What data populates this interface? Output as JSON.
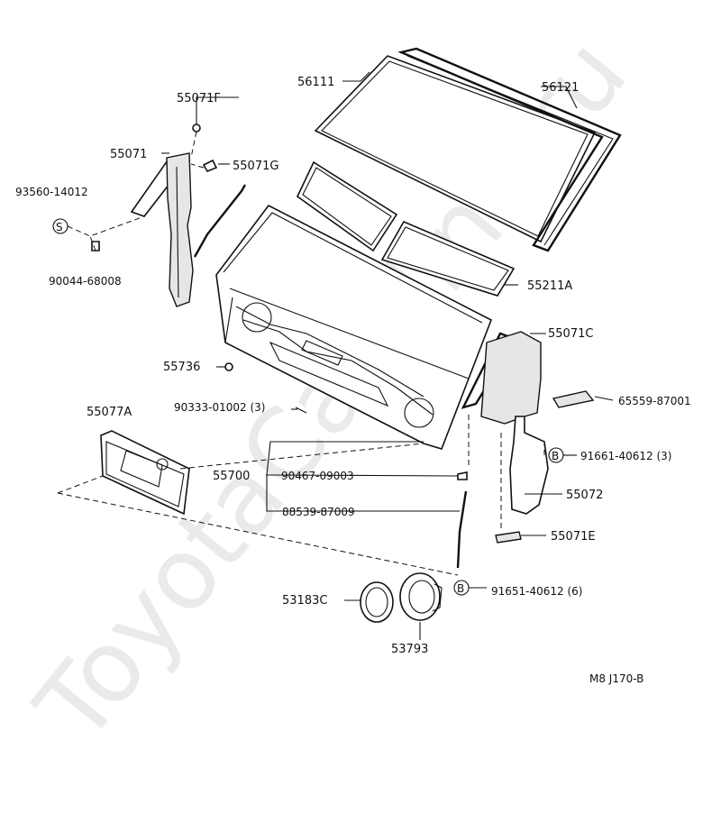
{
  "watermark": "ToyotaCarMine.ru",
  "diagram_code": "M8 J170-B",
  "labels": {
    "p55071F": "55071F",
    "p55071": "55071",
    "p55071G": "55071G",
    "p93560": "93560-14012",
    "p90044": "90044-68008",
    "p56111": "56111",
    "p56121": "56121",
    "p55211A": "55211A",
    "p55736": "55736",
    "p55071C": "55071C",
    "p65559": "65559-87001",
    "p90333": "90333-01002 (3)",
    "p55077A": "55077A",
    "p91661": "91661-40612 (3)",
    "p55700": "55700",
    "p90467": "90467-09003",
    "p88539": "88539-87009",
    "p55072": "55072",
    "p55071E": "55071E",
    "p53183C": "53183C",
    "p91651": "91651-40612 (6)",
    "p53793": "53793"
  },
  "symbols": {
    "s_mark": "S",
    "b_mark": "B"
  }
}
